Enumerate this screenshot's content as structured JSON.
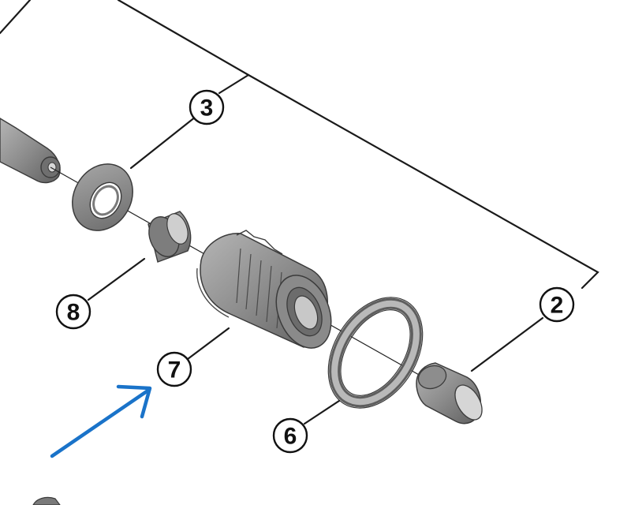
{
  "callouts": {
    "c2": "2",
    "c3": "3",
    "c6": "6",
    "c7": "7",
    "c8": "8"
  },
  "colors": {
    "part_fill": "#8e8e8e",
    "part_dark": "#5e5e5e",
    "part_light": "#b4b4b4",
    "leader_line": "#1a1a1a",
    "arrow": "#1a73c9"
  },
  "icons": {
    "arrow": "pointer-arrow-icon"
  }
}
